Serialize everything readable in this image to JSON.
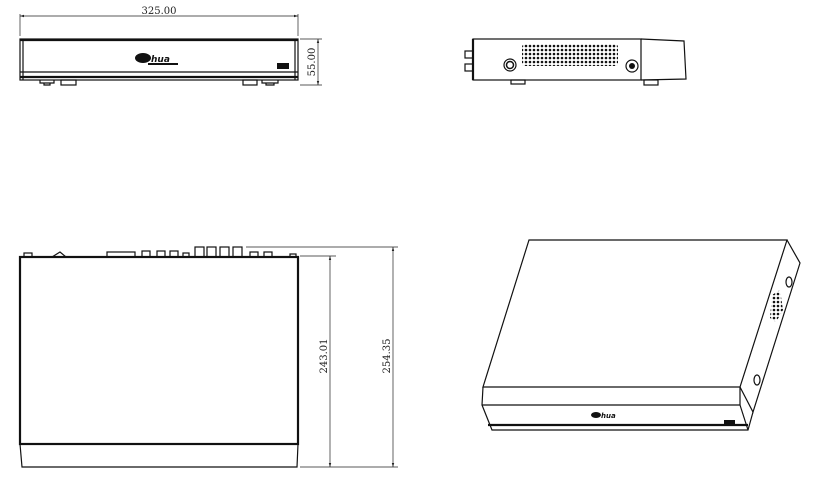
{
  "views": {
    "front": {
      "width_dimension": "325.00",
      "height_dimension": "55.00",
      "logo": "alhua"
    },
    "side": {},
    "top": {
      "depth_dimension": "243.01",
      "overall_depth_dimension": "254.35"
    },
    "isometric": {
      "logo": "alhua"
    }
  },
  "colors": {
    "line": "#111111",
    "background": "#ffffff"
  }
}
